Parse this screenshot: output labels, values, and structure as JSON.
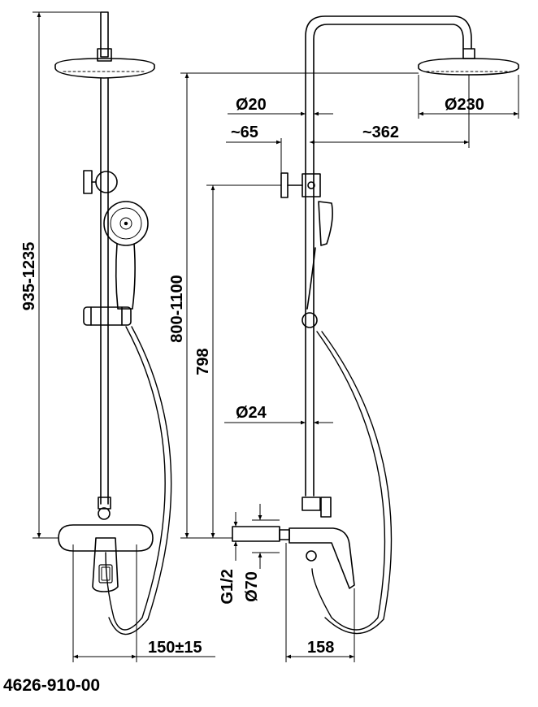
{
  "dimensions": {
    "total_height": "935-1235",
    "head_height": "800-1100",
    "slider_height": "798",
    "pipe_top_diameter": "Ø20",
    "pipe_bottom_diameter": "Ø24",
    "head_diameter": "Ø230",
    "valve_offset": "~65",
    "arm_reach": "~362",
    "inlet_thread": "G1/2",
    "flange_diameter": "Ø70",
    "center_distance": "150±15",
    "projection": "158"
  },
  "part_number": "4626-910-00"
}
